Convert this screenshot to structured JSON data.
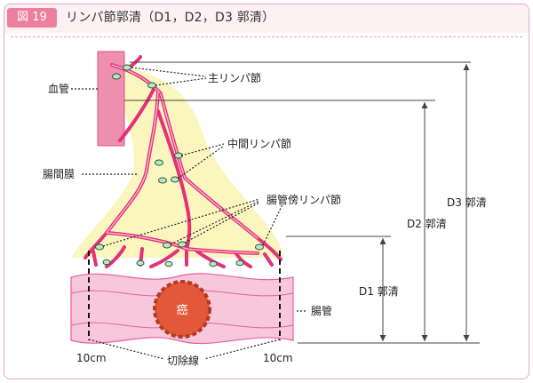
{
  "header": {
    "badge": "図 19",
    "title": "リンパ節郭清（D1，D2，D3 郭清）"
  },
  "labels": {
    "blood_vessel": "血管",
    "mesentery": "腸間膜",
    "main_ln": "主リンパ節",
    "intermediate_ln": "中間リンパ節",
    "paraintestinal_ln": "腸管傍リンパ節",
    "intestine": "腸管",
    "cancer": "癌",
    "resection_line": "切除線",
    "margin_left": "10cm",
    "margin_right": "10cm",
    "d1": "D1 郭清",
    "d2": "D2 郭清",
    "d3": "D3 郭清"
  },
  "colors": {
    "accent": "#ec7f9d",
    "vessel": "#e5307a",
    "vessel_block": "#ee8fb0",
    "mesentery": "#fbf6bd",
    "intestine": "#f7c8dc",
    "cancer": "#e4583a",
    "node": "#bfe6c4"
  }
}
